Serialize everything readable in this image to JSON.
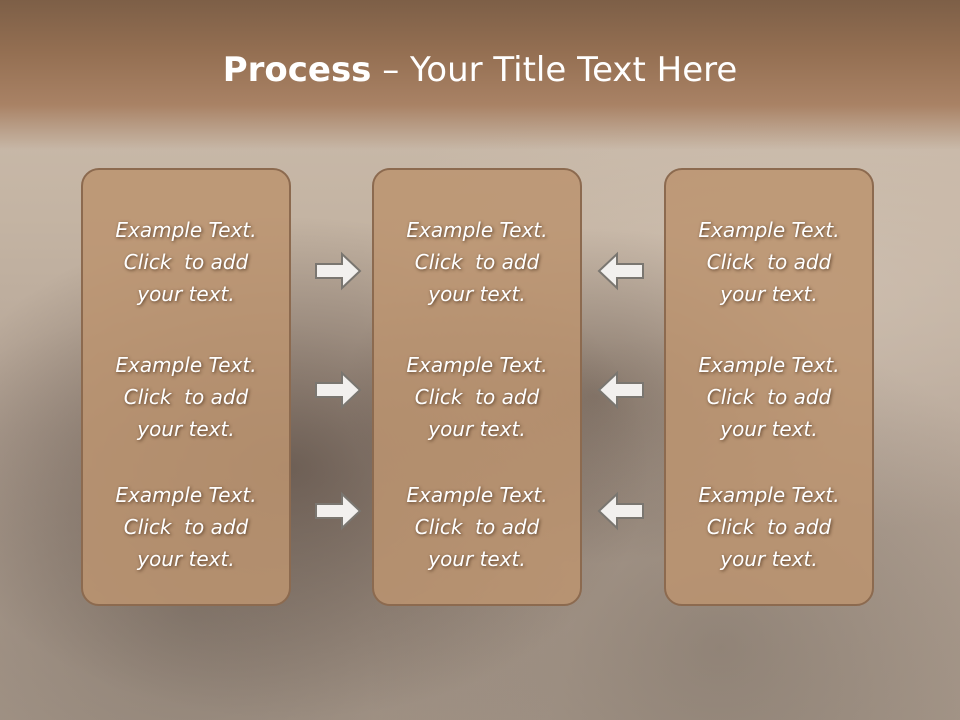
{
  "title": {
    "bold": "Process",
    "rest": " – Your Title Text Here"
  },
  "panels": [
    {
      "blocks": [
        {
          "line1": "Example Text.",
          "line2": "Click  to add",
          "line3": "your text."
        },
        {
          "line1": "Example Text.",
          "line2": "Click  to add",
          "line3": "your text."
        },
        {
          "line1": "Example Text.",
          "line2": "Click  to add",
          "line3": "your text."
        }
      ]
    },
    {
      "blocks": [
        {
          "line1": "Example Text.",
          "line2": "Click  to add",
          "line3": "your text."
        },
        {
          "line1": "Example Text.",
          "line2": "Click  to add",
          "line3": "your text."
        },
        {
          "line1": "Example Text.",
          "line2": "Click  to add",
          "line3": "your text."
        }
      ]
    },
    {
      "blocks": [
        {
          "line1": "Example Text.",
          "line2": "Click  to add",
          "line3": "your text."
        },
        {
          "line1": "Example Text.",
          "line2": "Click  to add",
          "line3": "your text."
        },
        {
          "line1": "Example Text.",
          "line2": "Click  to add",
          "line3": "your text."
        }
      ]
    }
  ],
  "arrows": {
    "left_column": "arrow-right-icon",
    "right_column": "arrow-left-icon"
  },
  "colors": {
    "panel_fill": "#bb9470",
    "panel_border": "#8c6a4f",
    "title_band": "#946f52",
    "text": "#ffffff",
    "arrow_stroke": "#7a7670"
  }
}
